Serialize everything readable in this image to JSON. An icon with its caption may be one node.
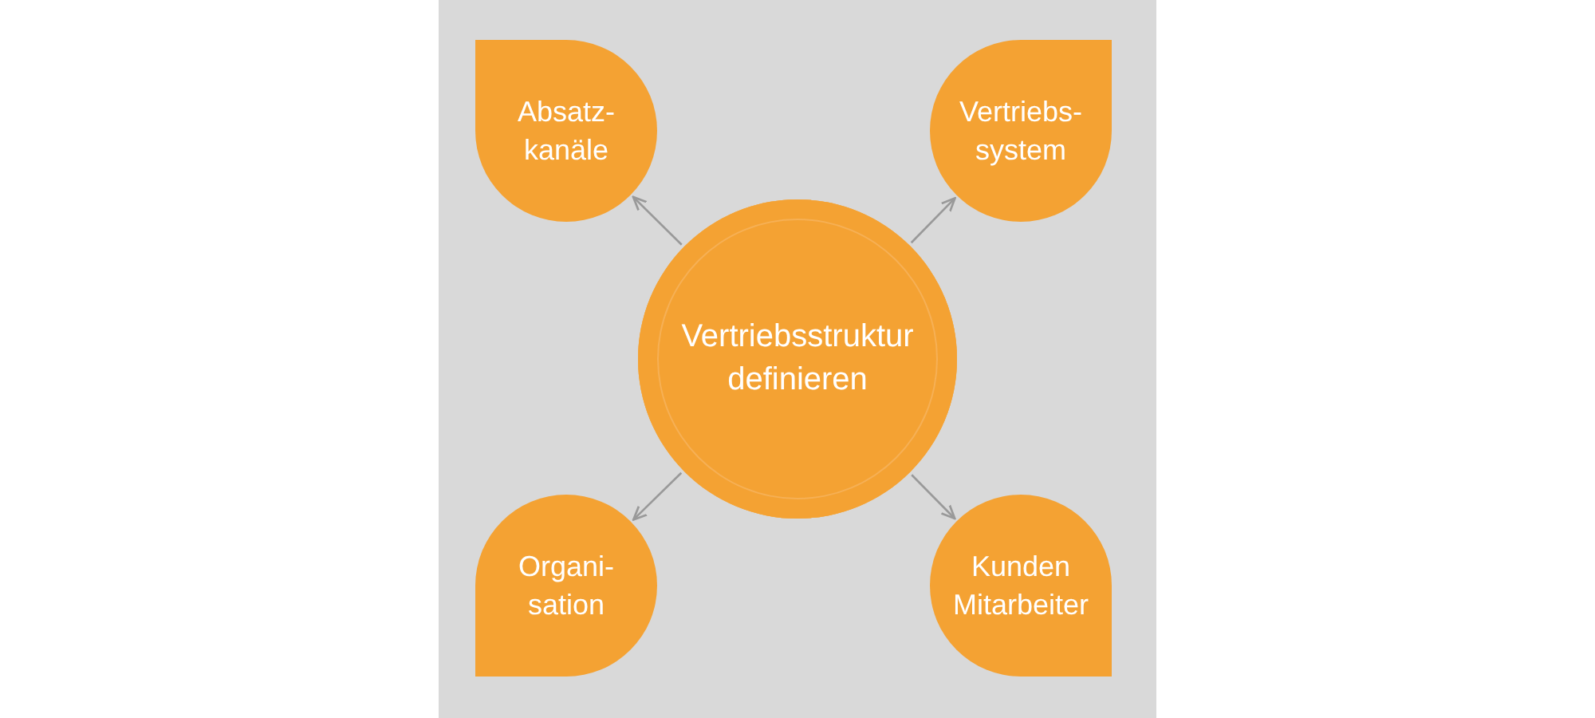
{
  "diagram": {
    "nodes": [
      {
        "text": [
          "Vertriebsstruktur definieren"
        ]
      },
      {
        "text": [
          "Absatz- kanäle"
        ]
      },
      {
        "text": [
          "Vertriebs- system"
        ]
      },
      {
        "text": [
          "Organi- sation"
        ]
      },
      {
        "text": [
          "Kunden Mitarbeiter"
        ]
      }
    ],
    "edges": [
      {
        "from": 0,
        "to": 1,
        "arrow": "to"
      },
      {
        "from": 0,
        "to": 2,
        "arrow": "to"
      },
      {
        "from": 0,
        "to": 3,
        "arrow": "to"
      },
      {
        "from": 0,
        "to": 4,
        "arrow": "to"
      }
    ]
  }
}
